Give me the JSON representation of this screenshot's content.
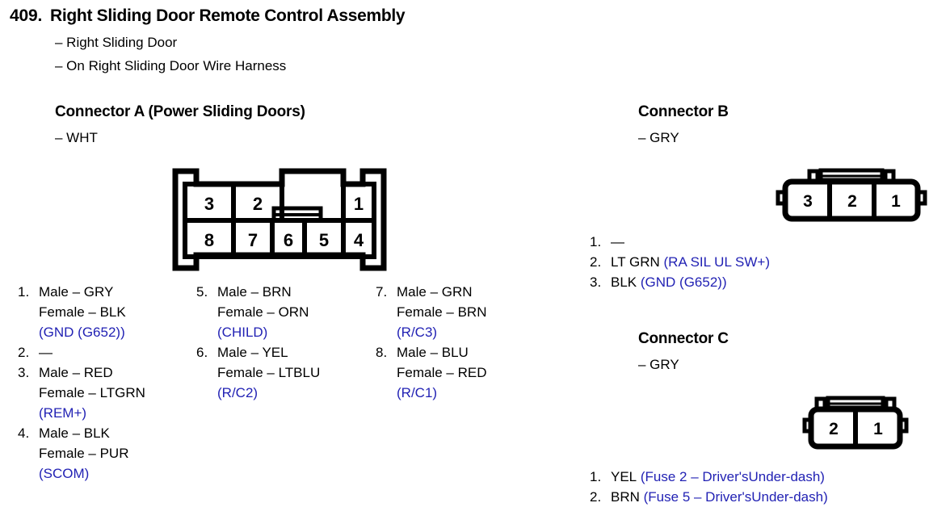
{
  "header": {
    "number": "409.",
    "title": "Right Sliding Door Remote Control Assembly",
    "sub_lines": [
      "– Right Sliding Door",
      "– On Right Sliding Door Wire Harness"
    ]
  },
  "colors": {
    "text": "#000000",
    "circuit": "#2222b4",
    "background": "#ffffff"
  },
  "connector_a": {
    "heading": "Connector A (Power Sliding Doors)",
    "sub": "– WHT",
    "symbol": {
      "name": "connector-a-pinout",
      "top_row": [
        "3",
        "2",
        "1"
      ],
      "bottom_row": [
        "8",
        "7",
        "6",
        "5",
        "4"
      ]
    },
    "columns": [
      {
        "pins": [
          {
            "number": "1.",
            "male": "Male – GRY",
            "female": "Female – BLK",
            "circuit": "(GND (G652))"
          },
          {
            "number": "2.",
            "male": "—",
            "female": "",
            "circuit": ""
          },
          {
            "number": "3.",
            "male": "Male – RED",
            "female": "Female – LTGRN",
            "circuit": "(REM+)"
          },
          {
            "number": "4.",
            "male": "Male – BLK",
            "female": "Female – PUR",
            "circuit": "(SCOM)"
          }
        ]
      },
      {
        "pins": [
          {
            "number": "5.",
            "male": "Male – BRN",
            "female": "Female – ORN",
            "circuit": "(CHILD)"
          },
          {
            "number": "6.",
            "male": "Male – YEL",
            "female": "Female – LTBLU",
            "circuit": "(R/C2)"
          }
        ]
      },
      {
        "pins": [
          {
            "number": "7.",
            "male": "Male – GRN",
            "female": "Female – BRN",
            "circuit": "(R/C3)"
          },
          {
            "number": "8.",
            "male": "Male – BLU",
            "female": "Female – RED",
            "circuit": "(R/C1)"
          }
        ]
      }
    ]
  },
  "connector_b": {
    "heading": "Connector B",
    "sub": "– GRY",
    "symbol": {
      "name": "connector-b-pinout",
      "cells": [
        "3",
        "2",
        "1"
      ]
    },
    "pins": [
      {
        "number": "1.",
        "wire": "—",
        "circuit": ""
      },
      {
        "number": "2.",
        "wire": "LT GRN",
        "circuit": "(RA SIL UL SW+)"
      },
      {
        "number": "3.",
        "wire": "BLK",
        "circuit": "(GND (G652))"
      }
    ]
  },
  "connector_c": {
    "heading": "Connector C",
    "sub": "– GRY",
    "symbol": {
      "name": "connector-c-pinout",
      "cells": [
        "2",
        "1"
      ]
    },
    "pins": [
      {
        "number": "1.",
        "wire": "YEL",
        "circuit": "(Fuse 2 – Driver'sUnder-dash)"
      },
      {
        "number": "2.",
        "wire": "BRN",
        "circuit": "(Fuse 5 – Driver'sUnder-dash)"
      }
    ]
  }
}
